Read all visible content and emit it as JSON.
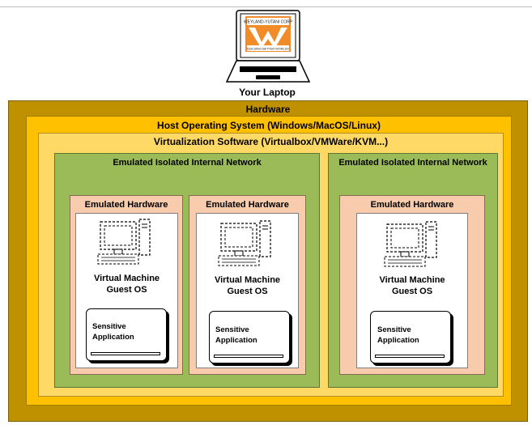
{
  "laptop": {
    "screen_logo_text_top": "WEYLAND-YUTANI CORP",
    "screen_logo_text_bottom": "BUILDING BETTER WORLDS",
    "label": "Your Laptop"
  },
  "layers": {
    "hardware": "Hardware",
    "host_os": "Host Operating System (Windows/MacOS/Linux)",
    "virtualization": "Virtualization Software (Virtualbox/VMWare/KVM...)"
  },
  "networks": [
    {
      "title": "Emulated Isolated Internal Network",
      "vms": [
        {
          "hw_label": "Emulated Hardware",
          "vm_line1": "Virtual Machine",
          "vm_line2": "Guest OS",
          "app_line1": "Sensitive",
          "app_line2": "Application"
        },
        {
          "hw_label": "Emulated Hardware",
          "vm_line1": "Virtual Machine",
          "vm_line2": "Guest OS",
          "app_line1": "Sensitive",
          "app_line2": "Application"
        }
      ]
    },
    {
      "title": "Emulated Isolated Internal Network",
      "vms": [
        {
          "hw_label": "Emulated Hardware",
          "vm_line1": "Virtual Machine",
          "vm_line2": "Guest OS",
          "app_line1": "Sensitive",
          "app_line2": "Application"
        }
      ]
    }
  ],
  "colors": {
    "hardware": "#bf9000",
    "host_os": "#ffc000",
    "virtualization": "#ffd966",
    "network": "#9bbb59",
    "emulated_hardware": "#f8cbad",
    "logo_orange": "#f28c28"
  },
  "icons": {
    "laptop": "laptop-icon",
    "computer": "computer-icon"
  }
}
